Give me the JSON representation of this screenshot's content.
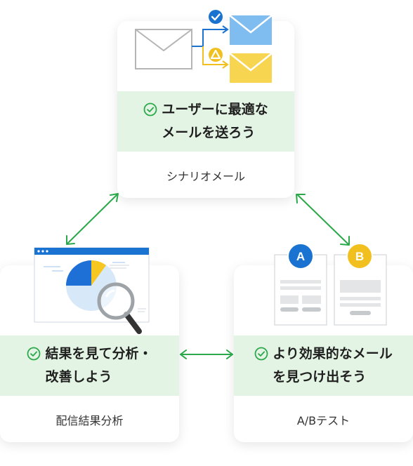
{
  "cards": {
    "scenario": {
      "headline_line1": "ユーザーに最適な",
      "headline_line2": "メールを送ろう",
      "label": "シナリオメール"
    },
    "analysis": {
      "headline_line1": "結果を見て分析・",
      "headline_line2": "改善しよう",
      "label": "配信結果分析"
    },
    "abtest": {
      "headline_line1": "より効果的なメール",
      "headline_line2": "を見つけ出そう",
      "label": "A/Bテスト",
      "variant_a": "A",
      "variant_b": "B"
    }
  },
  "colors": {
    "accent_green": "#2aa84a",
    "highlight_bg": "#e4f4e4",
    "mail_blue": "#7fbcf0",
    "mail_yellow": "#f7d550",
    "badge_blue": "#1a73d0",
    "badge_yellow": "#f2c01e",
    "pie_blue": "#1e6fd6",
    "pie_yellow": "#f6c621",
    "pie_light": "#d7e9f8"
  },
  "icons": [
    "envelope-icon",
    "check-badge-icon",
    "warning-badge-icon",
    "pie-chart-icon",
    "magnifier-icon",
    "check-circle-icon",
    "double-arrow-icon"
  ]
}
